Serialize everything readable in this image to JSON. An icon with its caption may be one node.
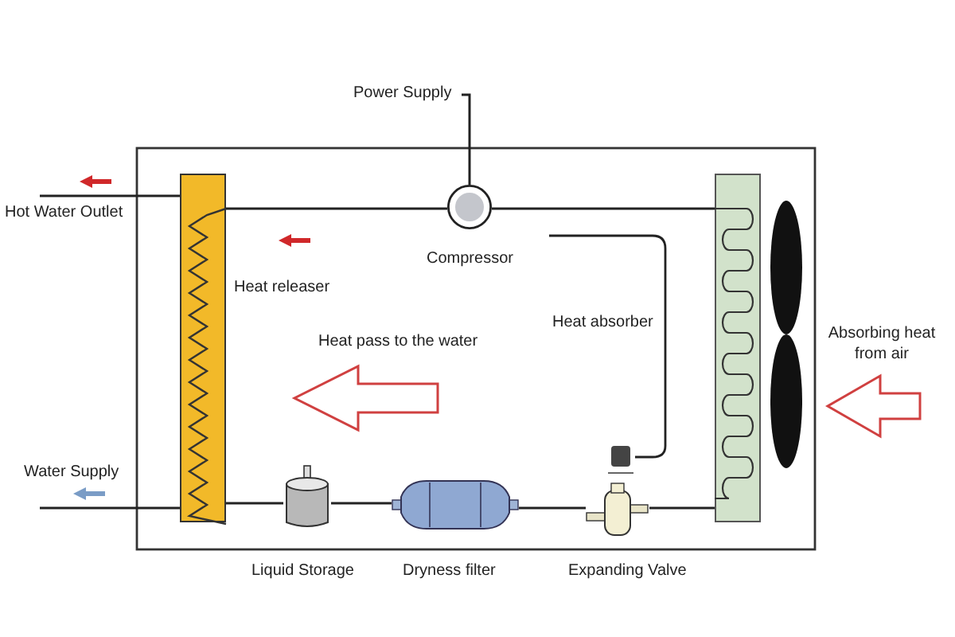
{
  "diagram": {
    "nodes": [
      {
        "text": [
          "Power Supply"
        ]
      },
      {
        "text": [],
        "shape": "circle",
        "beside": [
          "Compressor"
        ]
      },
      {
        "text": [],
        "shape": "picture",
        "beside": [
          "Heat releaser"
        ]
      },
      {
        "text": [],
        "shape": "picture",
        "beside": [
          "Heat absorber"
        ]
      },
      {
        "text": [],
        "shape": "picture",
        "beside": [
          "Liquid Storage"
        ]
      },
      {
        "text": [],
        "shape": "picture",
        "beside": [
          "Dryness filter"
        ]
      },
      {
        "text": [],
        "shape": "picture",
        "beside": [
          "Expanding Valve"
        ]
      },
      {
        "text": [
          "Hot Water Outlet"
        ]
      },
      {
        "text": [
          "Water Supply"
        ]
      }
    ],
    "edges": [
      {
        "from": 0,
        "to": 1,
        "arrow": "none"
      },
      {
        "from": 1,
        "to": 2,
        "arrow": "none"
      },
      {
        "from": 1,
        "to": 3,
        "arrow": "none"
      },
      {
        "from": 2,
        "to": 4,
        "arrow": "none"
      },
      {
        "from": 4,
        "to": 5,
        "arrow": "none"
      },
      {
        "from": 5,
        "to": 6,
        "arrow": "none"
      },
      {
        "from": 6,
        "to": 3,
        "arrow": "none"
      },
      {
        "from": 2,
        "to": 7,
        "arrow": "none"
      },
      {
        "from": 8,
        "to": 2,
        "arrow": "none"
      }
    ],
    "labels": [
      "Heat pass to the water",
      "Absorbing heat from air"
    ]
  }
}
